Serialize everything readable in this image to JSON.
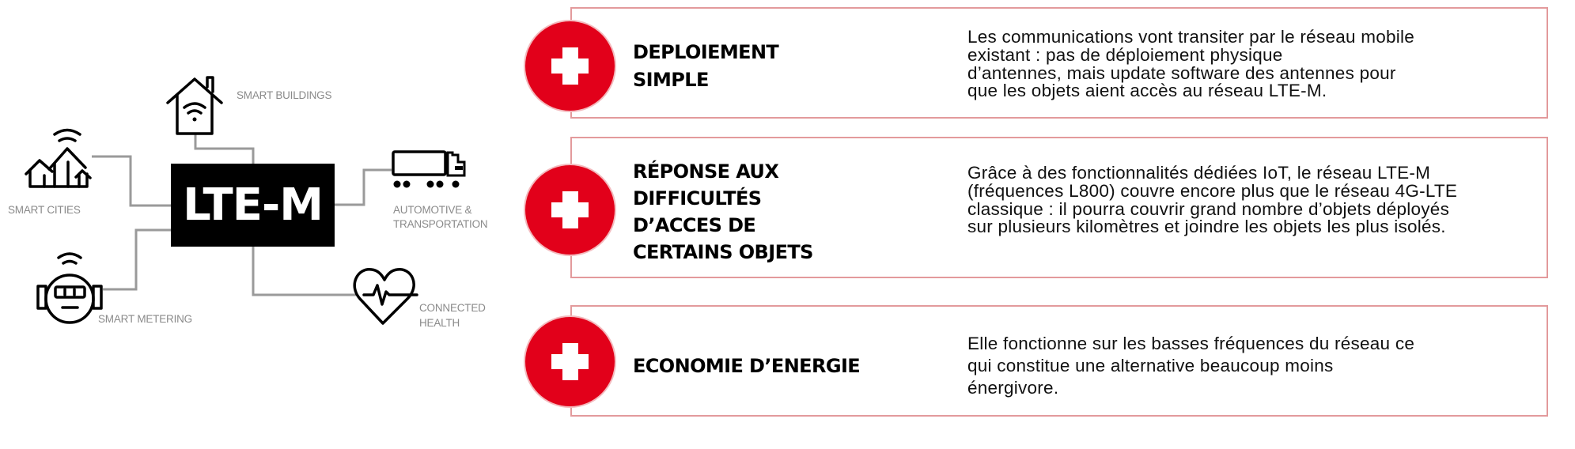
{
  "diagram": {
    "center_label": "LTE-M",
    "line_color": "#9a9a9a",
    "nodes": [
      {
        "id": "smart-buildings",
        "icon": "house-wifi-icon",
        "label_lines": [
          "SMART BUILDINGS"
        ]
      },
      {
        "id": "smart-cities",
        "icon": "city-wifi-icon",
        "label_lines": [
          "SMART CITIES"
        ]
      },
      {
        "id": "automotive",
        "icon": "truck-icon",
        "label_lines": [
          "AUTOMOTIVE &",
          "TRANSPORTATION"
        ]
      },
      {
        "id": "smart-metering",
        "icon": "smart-meter-icon",
        "label_lines": [
          "SMART METERING"
        ]
      },
      {
        "id": "connected-health",
        "icon": "heart-pulse-icon",
        "label_lines": [
          "CONNECTED",
          "HEALTH"
        ]
      }
    ]
  },
  "features": {
    "accent_color": "#e2001a",
    "border_color": "#e39a9c",
    "badge_icon": "plus-cross-icon",
    "items": [
      {
        "title_lines": [
          "DEPLOIEMENT",
          "SIMPLE"
        ],
        "description_lines": [
          "Les communications vont transiter par le réseau mobile",
          "existant  : pas de déploiement physique",
          "d’antennes, mais update software des antennes pour",
          "que les objets aient accès au réseau LTE-M."
        ]
      },
      {
        "title_lines": [
          "RÉPONSE AUX",
          "DIFFICULTÉS",
          "D’ACCES DE",
          "CERTAINS OBJETS"
        ],
        "description_lines": [
          "Grâce à des fonctionnalités dédiées IoT, le réseau LTE-M",
          "(fréquences L800) couvre encore plus que le réseau 4G-LTE",
          "classique : il pourra couvrir grand nombre d’objets déployés",
          "sur plusieurs kilomètres et joindre les objets les plus isolés."
        ]
      },
      {
        "title_lines": [
          "ECONOMIE D’ENERGIE"
        ],
        "description_lines": [
          "Elle fonctionne sur les basses fréquences du réseau ce",
          "qui constitue une alternative beaucoup moins",
          "énergivore."
        ]
      }
    ]
  }
}
